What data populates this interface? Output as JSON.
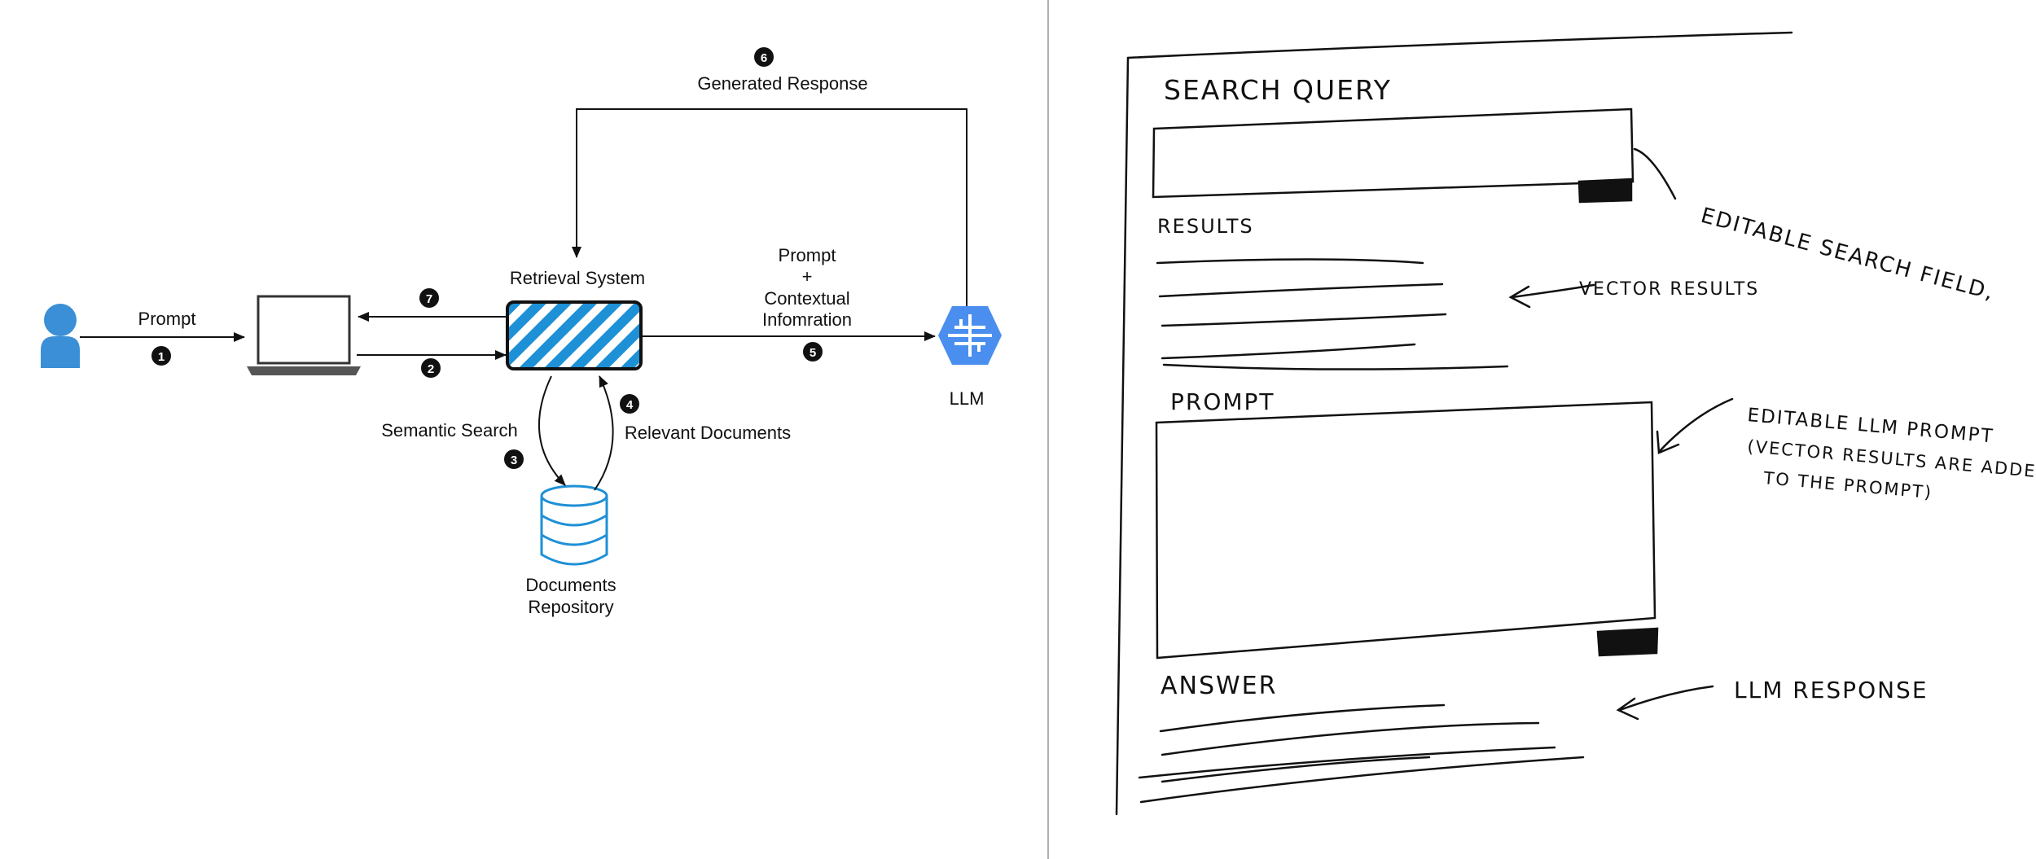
{
  "diagram": {
    "labels": {
      "prompt": "Prompt",
      "generated_response": "Generated Response",
      "retrieval_system": "Retrieval System",
      "prompt_contextual": [
        "Prompt",
        "+",
        "Contextual",
        "Infomration"
      ],
      "llm": "LLM",
      "semantic_search": "Semantic Search",
      "relevant_documents": "Relevant Documents",
      "documents_repository": [
        "Documents",
        "Repository"
      ]
    },
    "steps": [
      "1",
      "2",
      "3",
      "4",
      "5",
      "6",
      "7"
    ],
    "colors": {
      "accent_blue": "#1e90d6",
      "brain_blue": "#4a8ff0",
      "user_blue": "#3a8fd6"
    }
  },
  "sketch": {
    "search_query_title": "SEARCH QUERY",
    "results_title": "RESULTS",
    "prompt_title": "PROMPT",
    "answer_title": "ANSWER",
    "note_search": "EDITABLE SEARCH FIELD,",
    "note_vector": "VECTOR RESULTS",
    "note_prompt": [
      "EDITABLE LLM PROMPT",
      "(VECTOR RESULTS ARE ADDED",
      "TO THE PROMPT)"
    ],
    "note_response": "LLM RESPONSE"
  }
}
